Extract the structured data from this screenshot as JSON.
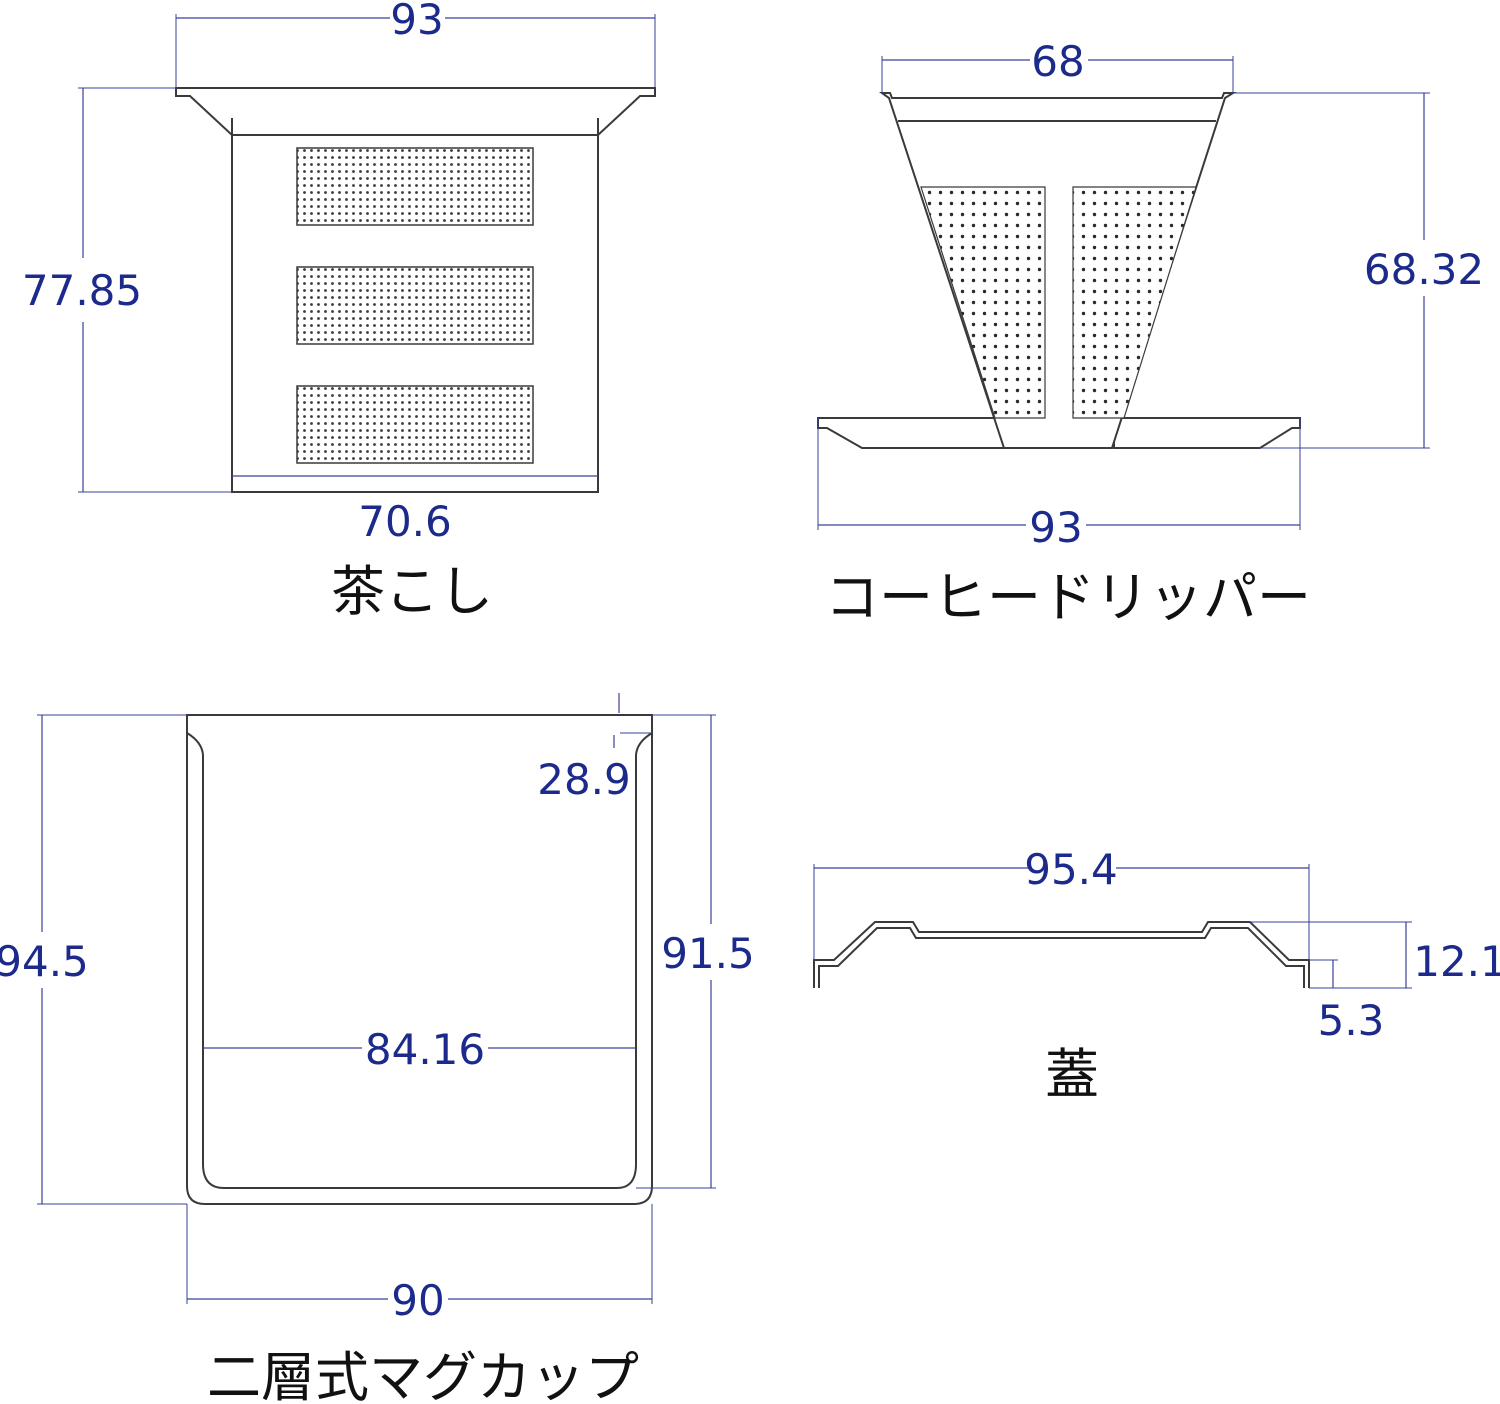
{
  "colors": {
    "dimension": "#1c2a8c",
    "outline": "#3a3a3a",
    "caption": "#111111"
  },
  "tea_strainer": {
    "caption": "茶こし",
    "dims": {
      "top_width": "93",
      "height": "77.85",
      "bottom_width": "70.6"
    }
  },
  "coffee_dripper": {
    "caption": "コーヒードリッパー",
    "dims": {
      "top_width": "68",
      "height": "68.32",
      "base_width": "93"
    }
  },
  "mug": {
    "caption": "二層式マグカップ",
    "dims": {
      "rim_offset": "28.9",
      "outer_height": "94.5",
      "inner_height": "91.5",
      "inner_width": "84.16",
      "outer_width": "90"
    }
  },
  "lid": {
    "caption": "蓋",
    "dims": {
      "width": "95.4",
      "height": "12.1",
      "lip": "5.3"
    }
  }
}
